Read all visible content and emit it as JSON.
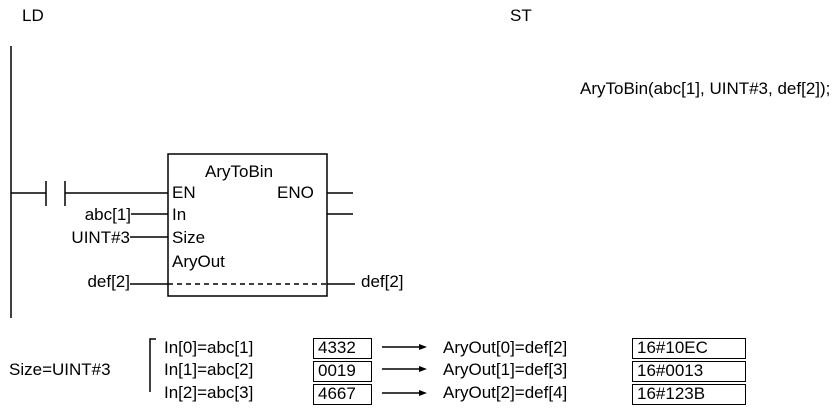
{
  "headers": {
    "ld": "LD",
    "st": "ST"
  },
  "st_code": "AryToBin(abc[1], UINT#3, def[2]);",
  "block": {
    "name": "AryToBin",
    "pin_en": "EN",
    "pin_eno": "ENO",
    "pin_in": "In",
    "pin_size": "Size",
    "pin_aryout": "AryOut"
  },
  "args": {
    "in_var": "abc[1]",
    "size_var": "UINT#3",
    "aryout_var_left": "def[2]",
    "aryout_var_right": "def[2]"
  },
  "example": {
    "size_label": "Size=UINT#3",
    "rows": [
      {
        "input": "In[0]=abc[1]",
        "in_value": "4332",
        "output": "AryOut[0]=def[2]",
        "out_value": "16#10EC"
      },
      {
        "input": "In[1]=abc[2]",
        "in_value": "0019",
        "output": "AryOut[1]=def[3]",
        "out_value": "16#0013"
      },
      {
        "input": "In[2]=abc[3]",
        "in_value": "4667",
        "output": "AryOut[2]=def[4]",
        "out_value": "16#123B"
      }
    ]
  }
}
